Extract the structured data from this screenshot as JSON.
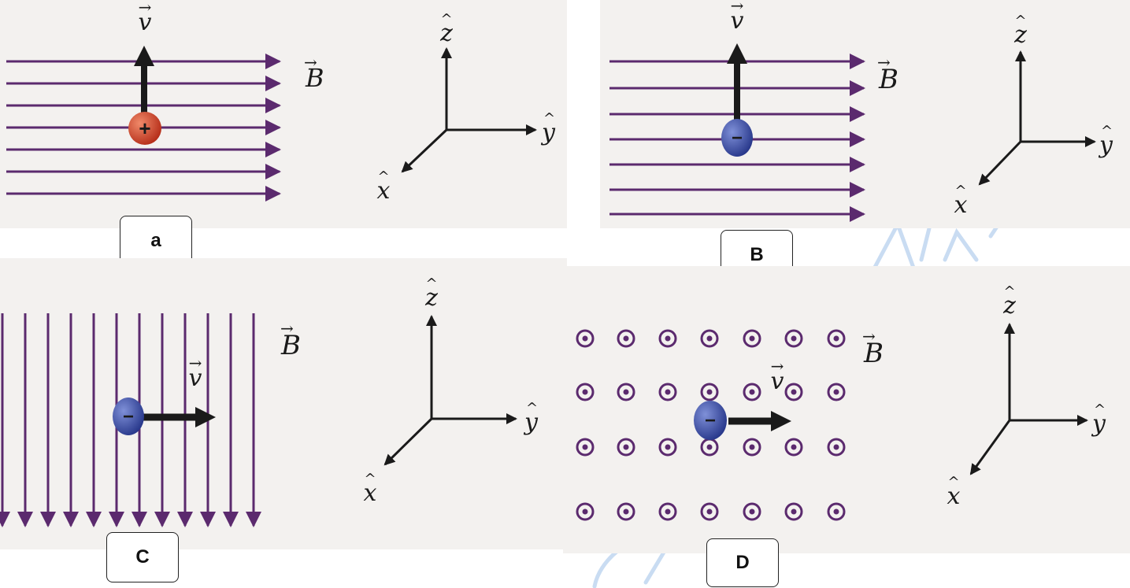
{
  "panels": [
    {
      "id": "a",
      "label": "a",
      "charge_sign": "+",
      "charge_color": "#c7442c",
      "field_label": "B",
      "velocity_label": "v",
      "axes": {
        "z": "z",
        "y": "y",
        "x": "x"
      }
    },
    {
      "id": "b",
      "label": "B",
      "charge_sign": "−",
      "charge_color": "#3a4fa8",
      "field_label": "B",
      "velocity_label": "v",
      "axes": {
        "z": "z",
        "y": "y",
        "x": "x"
      }
    },
    {
      "id": "c",
      "label": "C",
      "charge_sign": "−",
      "charge_color": "#3a4fa8",
      "field_label": "B",
      "velocity_label": "v",
      "axes": {
        "z": "z",
        "y": "y",
        "x": "x"
      }
    },
    {
      "id": "d",
      "label": "D",
      "charge_sign": "−",
      "charge_color": "#3a4fa8",
      "field_label": "B",
      "velocity_label": "v",
      "axes": {
        "z": "z",
        "y": "y",
        "x": "x"
      }
    }
  ],
  "colors": {
    "field": "#5b2a6e",
    "arrow": "#1a1a1a",
    "panel_bg": "#f3f1ef",
    "watermark": "#c9dcf2"
  }
}
